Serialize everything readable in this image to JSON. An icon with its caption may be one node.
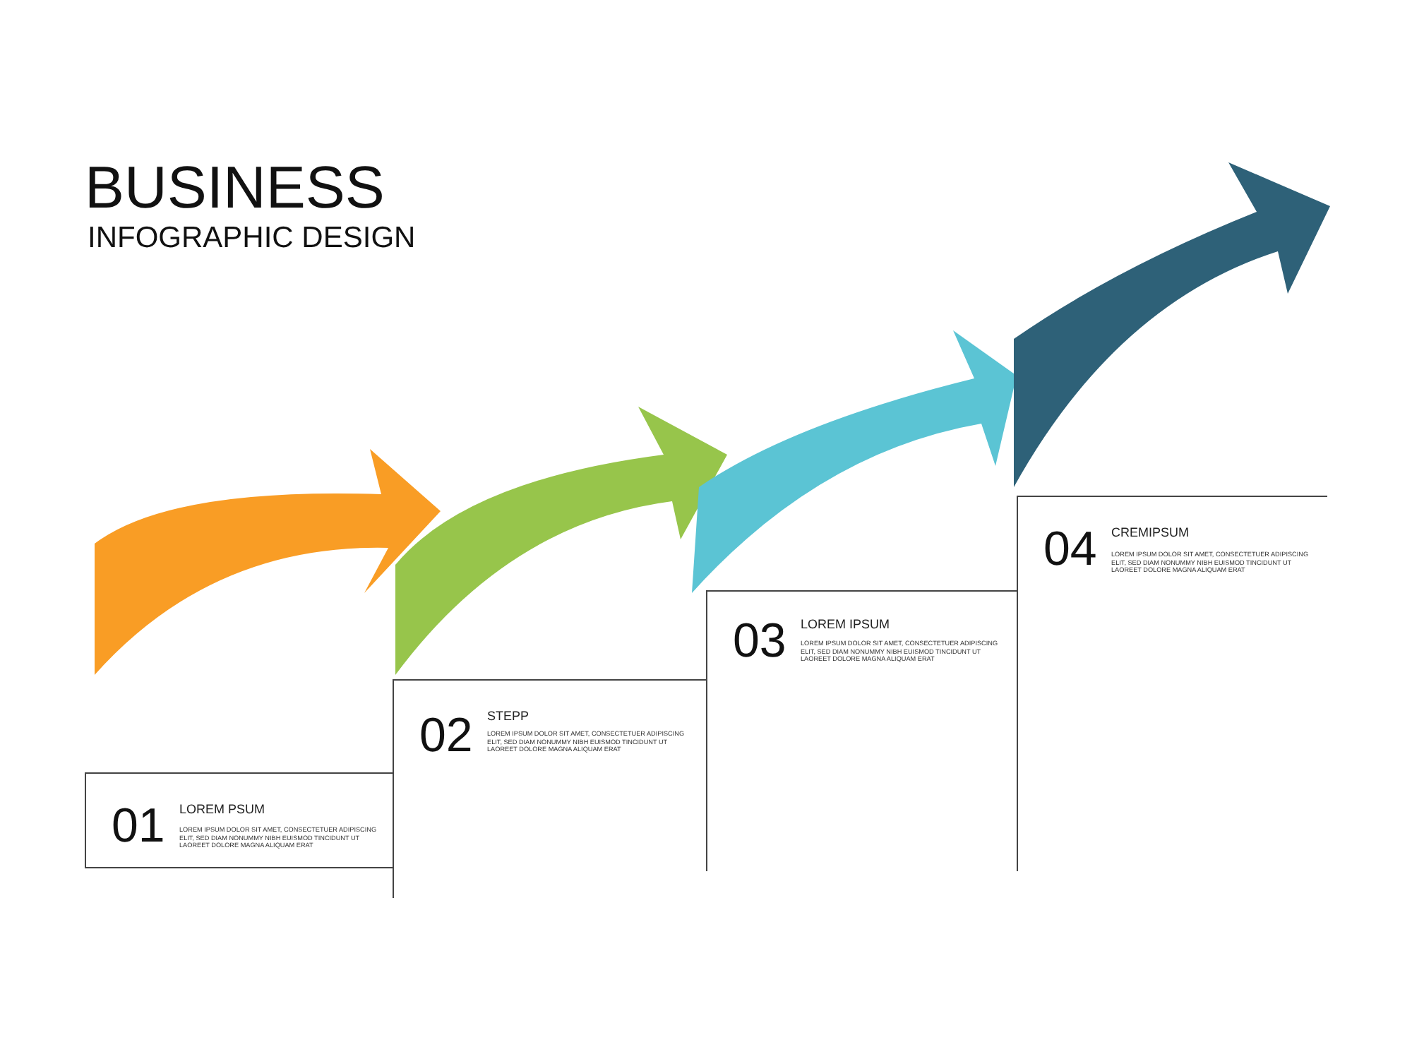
{
  "diagram": {
    "title": "BUSINESS",
    "nodes": [
      {
        "text": [
          "01",
          "LOREM PSUM",
          "LOREM IPSUM DOLOR SIT AMET, CONSECTETUER ADIPISCING ELIT, SED DIAM NONUMMY NIBH EUISMOD TINCIDUNT UT LAOREET DOLORE MAGNA ALIQUAM ERAT"
        ]
      },
      {
        "text": [
          "02",
          "STEPP",
          "LOREM IPSUM DOLOR SIT AMET, CONSECTETUER ADIPISCING ELIT, SED DIAM NONUMMY NIBH EUISMOD TINCIDUNT UT LAOREET DOLORE MAGNA ALIQUAM ERAT"
        ]
      },
      {
        "text": [
          "03",
          "LOREM IPSUM",
          "LOREM IPSUM DOLOR SIT AMET, CONSECTETUER ADIPISCING ELIT, SED DIAM NONUMMY NIBH EUISMOD TINCIDUNT UT LAOREET DOLORE MAGNA ALIQUAM ERAT"
        ]
      },
      {
        "text": [
          "04",
          "CREMIPSUM",
          "LOREM IPSUM DOLOR SIT AMET, CONSECTETUER ADIPISCING ELIT, SED DIAM NONUMMY NIBH EUISMOD TINCIDUNT UT LAOREET DOLORE MAGNA ALIQUAM ERAT"
        ]
      }
    ],
    "labels": [
      "INFOGRAPHIC DESIGN"
    ]
  }
}
